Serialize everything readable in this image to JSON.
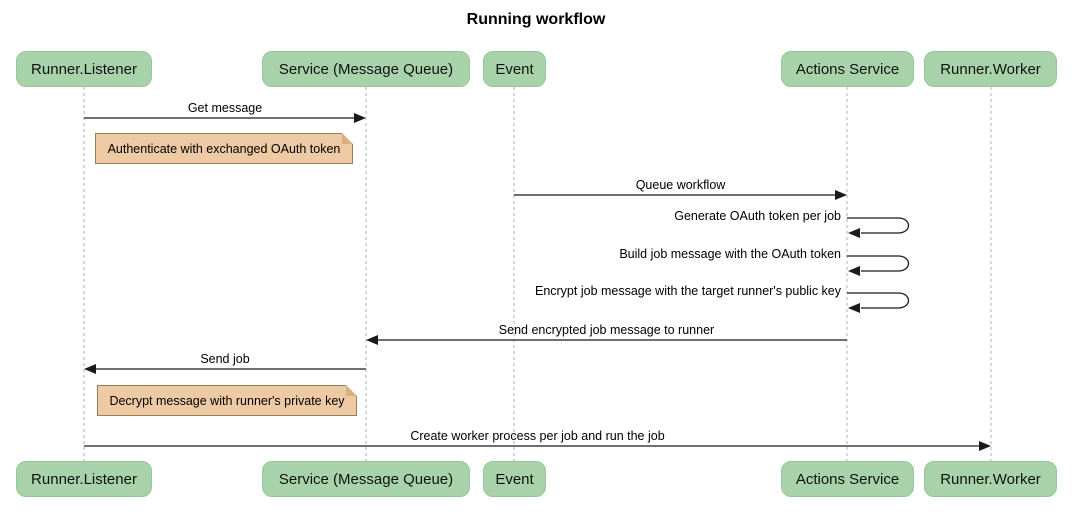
{
  "diagram": {
    "title": "Running workflow",
    "type": "sequence-diagram",
    "participants": [
      {
        "id": "runner-listener",
        "label": "Runner.Listener"
      },
      {
        "id": "service-message-queue",
        "label": "Service (Message Queue)"
      },
      {
        "id": "event",
        "label": "Event"
      },
      {
        "id": "actions-service",
        "label": "Actions Service"
      },
      {
        "id": "runner-worker",
        "label": "Runner.Worker"
      }
    ],
    "messages": [
      {
        "type": "arrow",
        "from": "Runner.Listener",
        "to": "Service (Message Queue)",
        "label": "Get message"
      },
      {
        "type": "note",
        "over": "Runner.Listener",
        "label": "Authenticate with exchanged OAuth token"
      },
      {
        "type": "arrow",
        "from": "Event",
        "to": "Actions Service",
        "label": "Queue workflow"
      },
      {
        "type": "self",
        "from": "Actions Service",
        "to": "Actions Service",
        "label": "Generate OAuth token per job"
      },
      {
        "type": "self",
        "from": "Actions Service",
        "to": "Actions Service",
        "label": "Build job message with the OAuth token"
      },
      {
        "type": "self",
        "from": "Actions Service",
        "to": "Actions Service",
        "label": "Encrypt job message with the target runner's public key"
      },
      {
        "type": "arrow",
        "from": "Actions Service",
        "to": "Service (Message Queue)",
        "label": "Send encrypted job message to runner"
      },
      {
        "type": "arrow",
        "from": "Service (Message Queue)",
        "to": "Runner.Listener",
        "label": "Send job"
      },
      {
        "type": "note",
        "over": "Runner.Listener",
        "label": "Decrypt message with runner's private key"
      },
      {
        "type": "arrow",
        "from": "Runner.Listener",
        "to": "Runner.Worker",
        "label": "Create worker process per job and run the job"
      }
    ],
    "colors": {
      "actor_fill": "#a8d3aa",
      "actor_border": "#96c799",
      "note_fill": "#edcaa4",
      "note_border": "#9a7e55",
      "lifeline": "#b0b0b0",
      "message_line": "#1a1a1a",
      "background": "#ffffff"
    }
  }
}
